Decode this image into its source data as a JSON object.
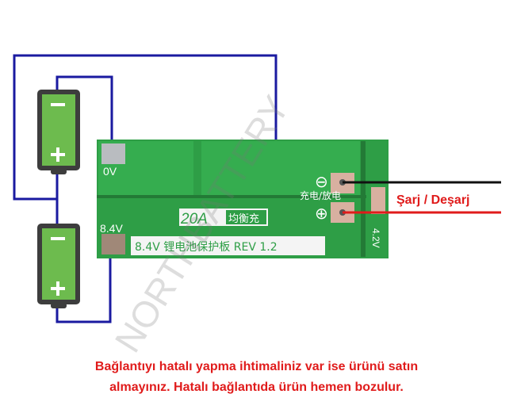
{
  "board": {
    "label_0v": "0V",
    "label_84v": "8.4V",
    "label_42v": "4.2V",
    "rating": "20A",
    "balance": "均衡充",
    "title": "8.4V 锂电池保护板 REV 1.2",
    "charge_label": "充电/放电",
    "minus_symbol": "⊖",
    "plus_symbol": "⊕"
  },
  "batteries": [
    {
      "minus": "−",
      "plus": "+"
    },
    {
      "minus": "−",
      "plus": "+"
    }
  ],
  "output_label": "Şarj / Deşarj",
  "watermark": "NORTHBATTERY",
  "note": {
    "line1": "Bağlantıyı hatalı yapma ihtimaliniz var ise ürünü satın",
    "line2": "almayınız. Hatalı bağlantıda ürün hemen bozulur."
  },
  "colors": {
    "wire_blue": "#1a1aa0",
    "wire_red": "#e01b1b",
    "wire_black": "#111111",
    "board_green": "#2e9e46",
    "battery_green": "#6dbb4e",
    "battery_frame": "#3d3d3d",
    "text_red": "#e01b1b"
  }
}
